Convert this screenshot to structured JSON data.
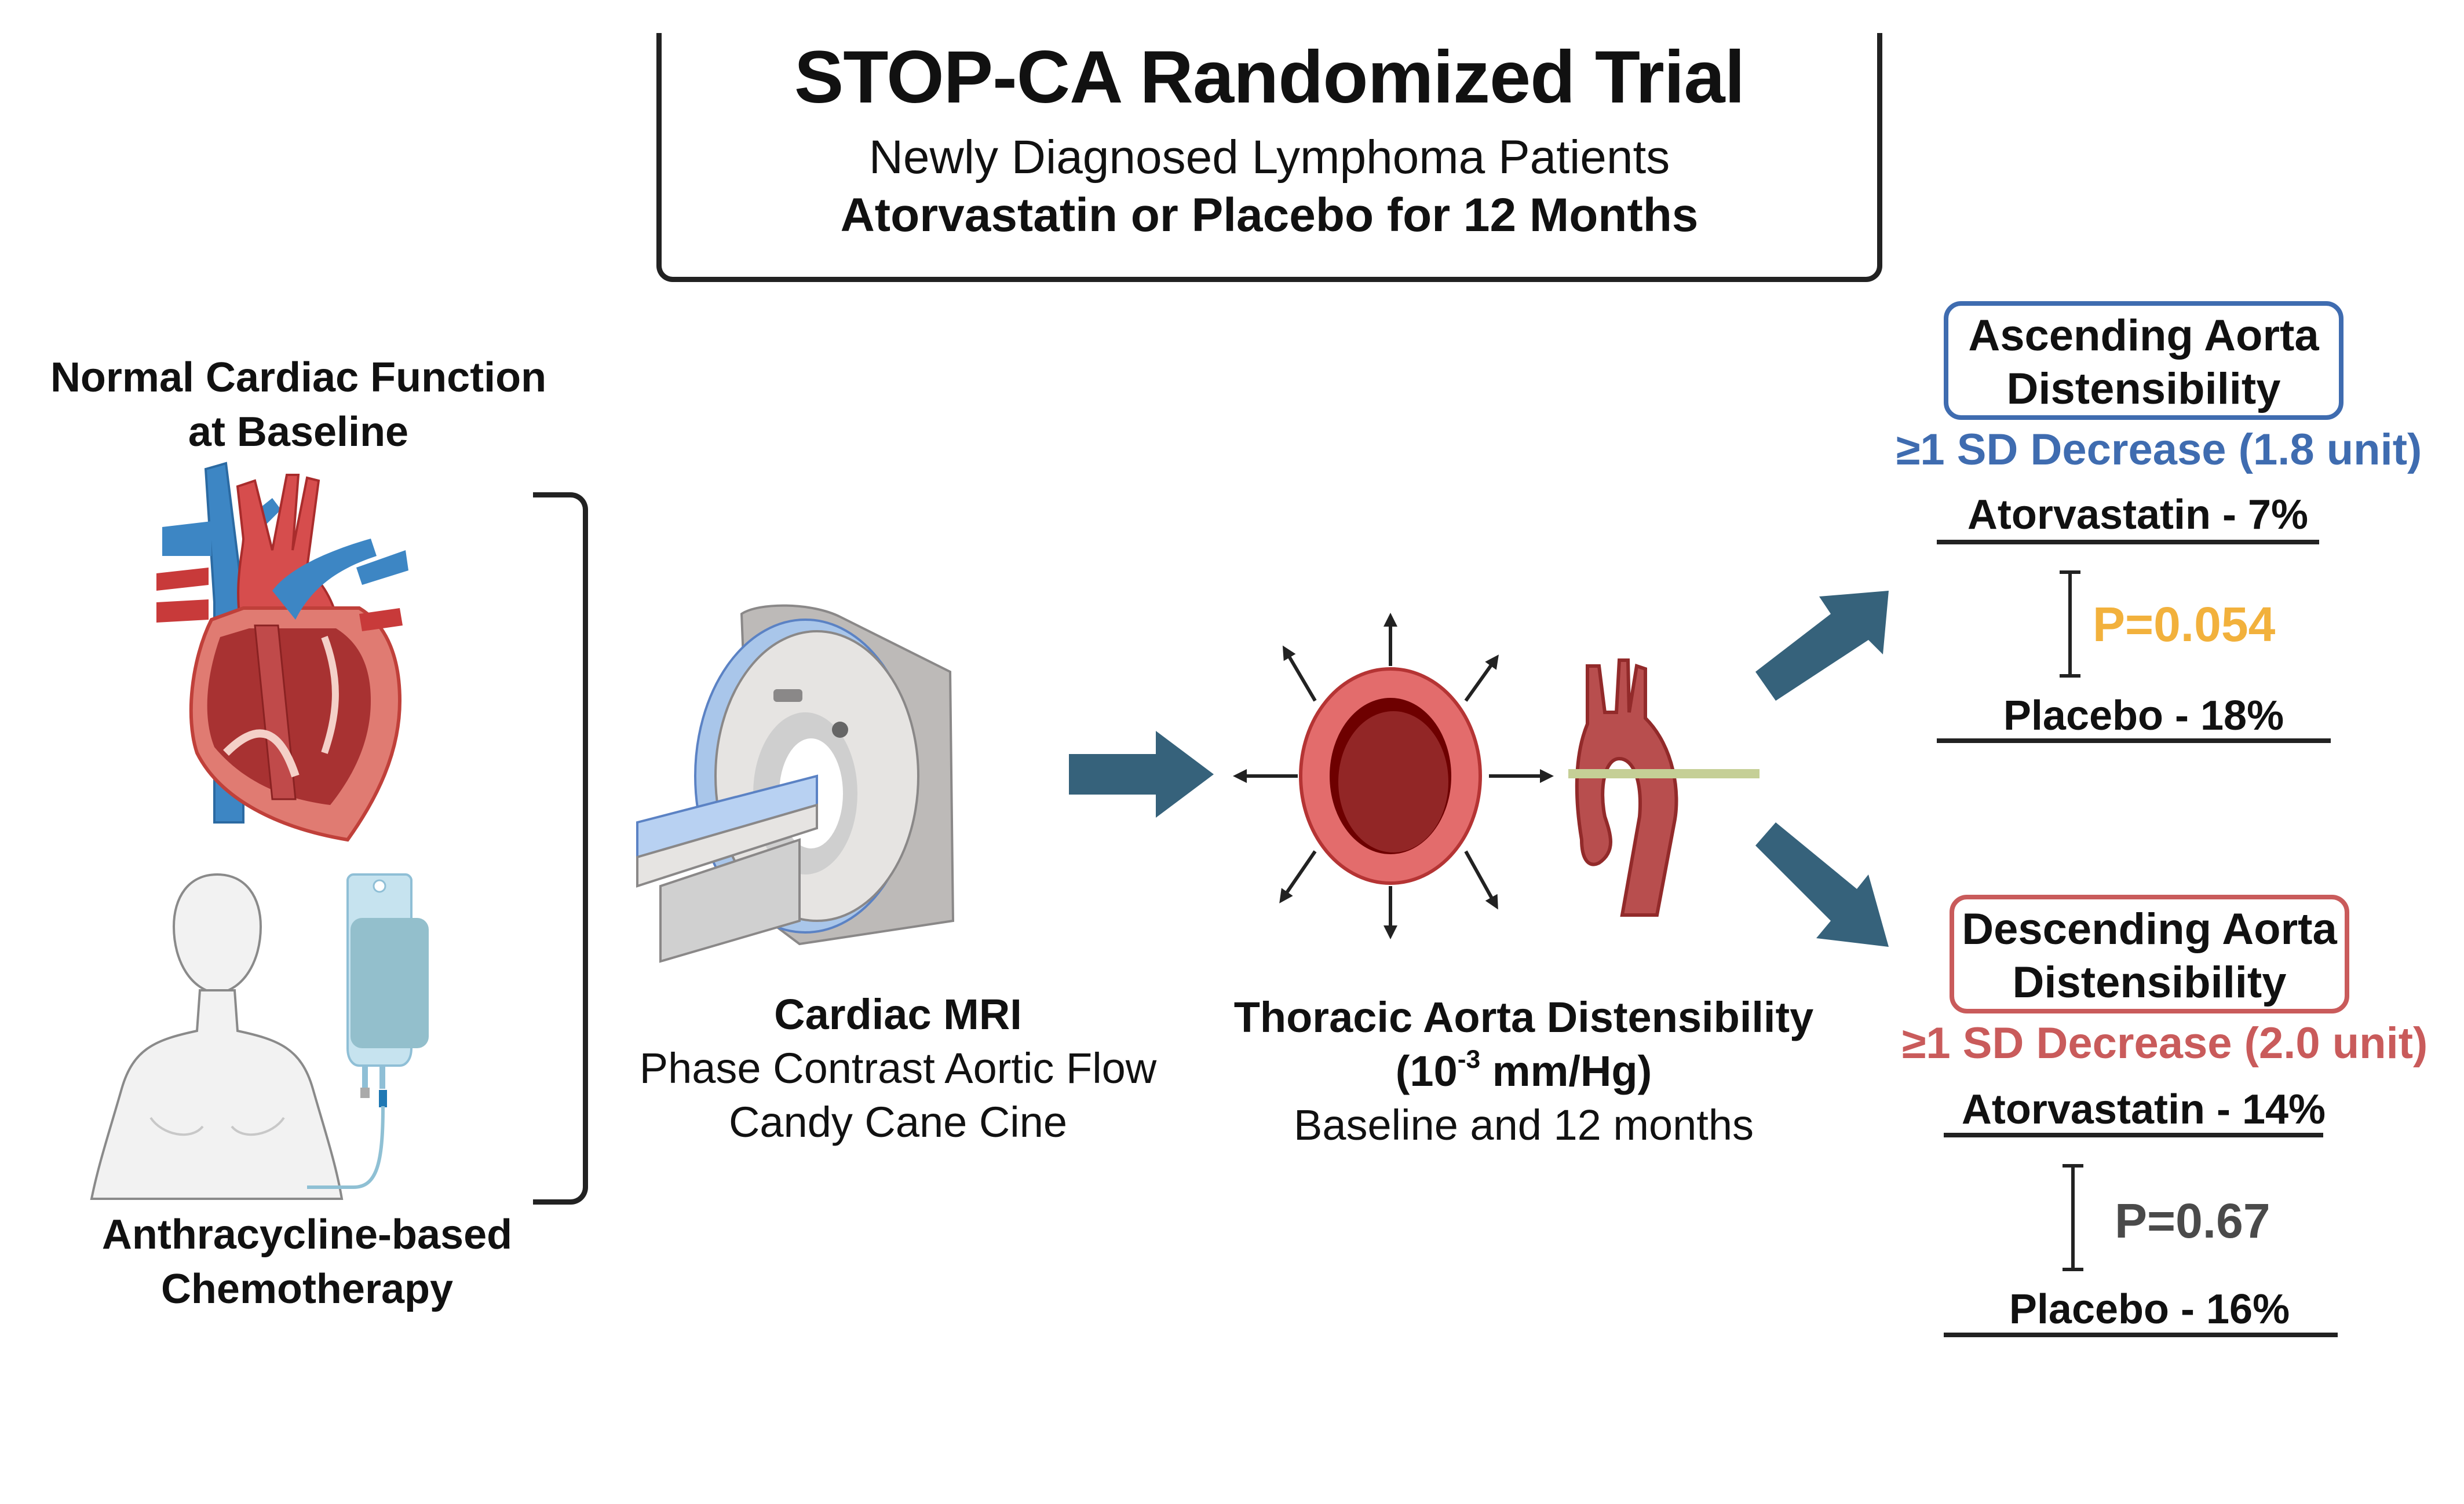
{
  "header": {
    "title": "STOP-CA Randomized Trial",
    "subtitle": "Newly Diagnosed Lymphoma Patients",
    "intervention": "Atorvastatin or Placebo for 12 Months"
  },
  "left": {
    "top_label_line1": "Normal Cardiac Function",
    "top_label_line2": "at Baseline",
    "bottom_label_line1": "Anthracycline-based",
    "bottom_label_line2": "Chemotherapy",
    "icons": [
      "heart-icon",
      "patient-icon",
      "iv-bag-icon"
    ]
  },
  "imaging": {
    "title": "Cardiac MRI",
    "line1": "Phase Contrast Aortic Flow",
    "line2": "Candy Cane Cine",
    "icon": "mri-scanner-icon"
  },
  "measure": {
    "title": "Thoracic Aorta Distensibility",
    "unit_prefix": "(10",
    "unit_exponent": "-3",
    "unit_suffix": " mm/Hg)",
    "timing": "Baseline and 12 months",
    "icons": [
      "aorta-cross-section-icon",
      "aortic-arch-icon"
    ]
  },
  "results": {
    "ascending": {
      "title_line1": "Ascending Aorta",
      "title_line2": "Distensibility",
      "threshold": "≥1 SD Decrease (1.8 unit)",
      "atorvastatin": "Atorvastatin - 7%",
      "placebo": "Placebo - 18%",
      "p_value": "P=0.054",
      "color": "#3f6cb0",
      "p_color": "#f2b13c"
    },
    "descending": {
      "title_line1": "Descending Aorta",
      "title_line2": "Distensibility",
      "threshold": "≥1 SD Decrease (2.0 unit)",
      "atorvastatin": "Atorvastatin - 14%",
      "placebo": "Placebo - 16%",
      "p_value": "P=0.67",
      "color": "#c95b5b",
      "p_color": "#4a4a4a"
    }
  },
  "colors": {
    "arrow": "#36627b",
    "aorta_red": "#b84e4e",
    "vessel_ring": "#e36c6c",
    "vessel_lumen": "#922626",
    "measure_band": "#c5cf96"
  }
}
